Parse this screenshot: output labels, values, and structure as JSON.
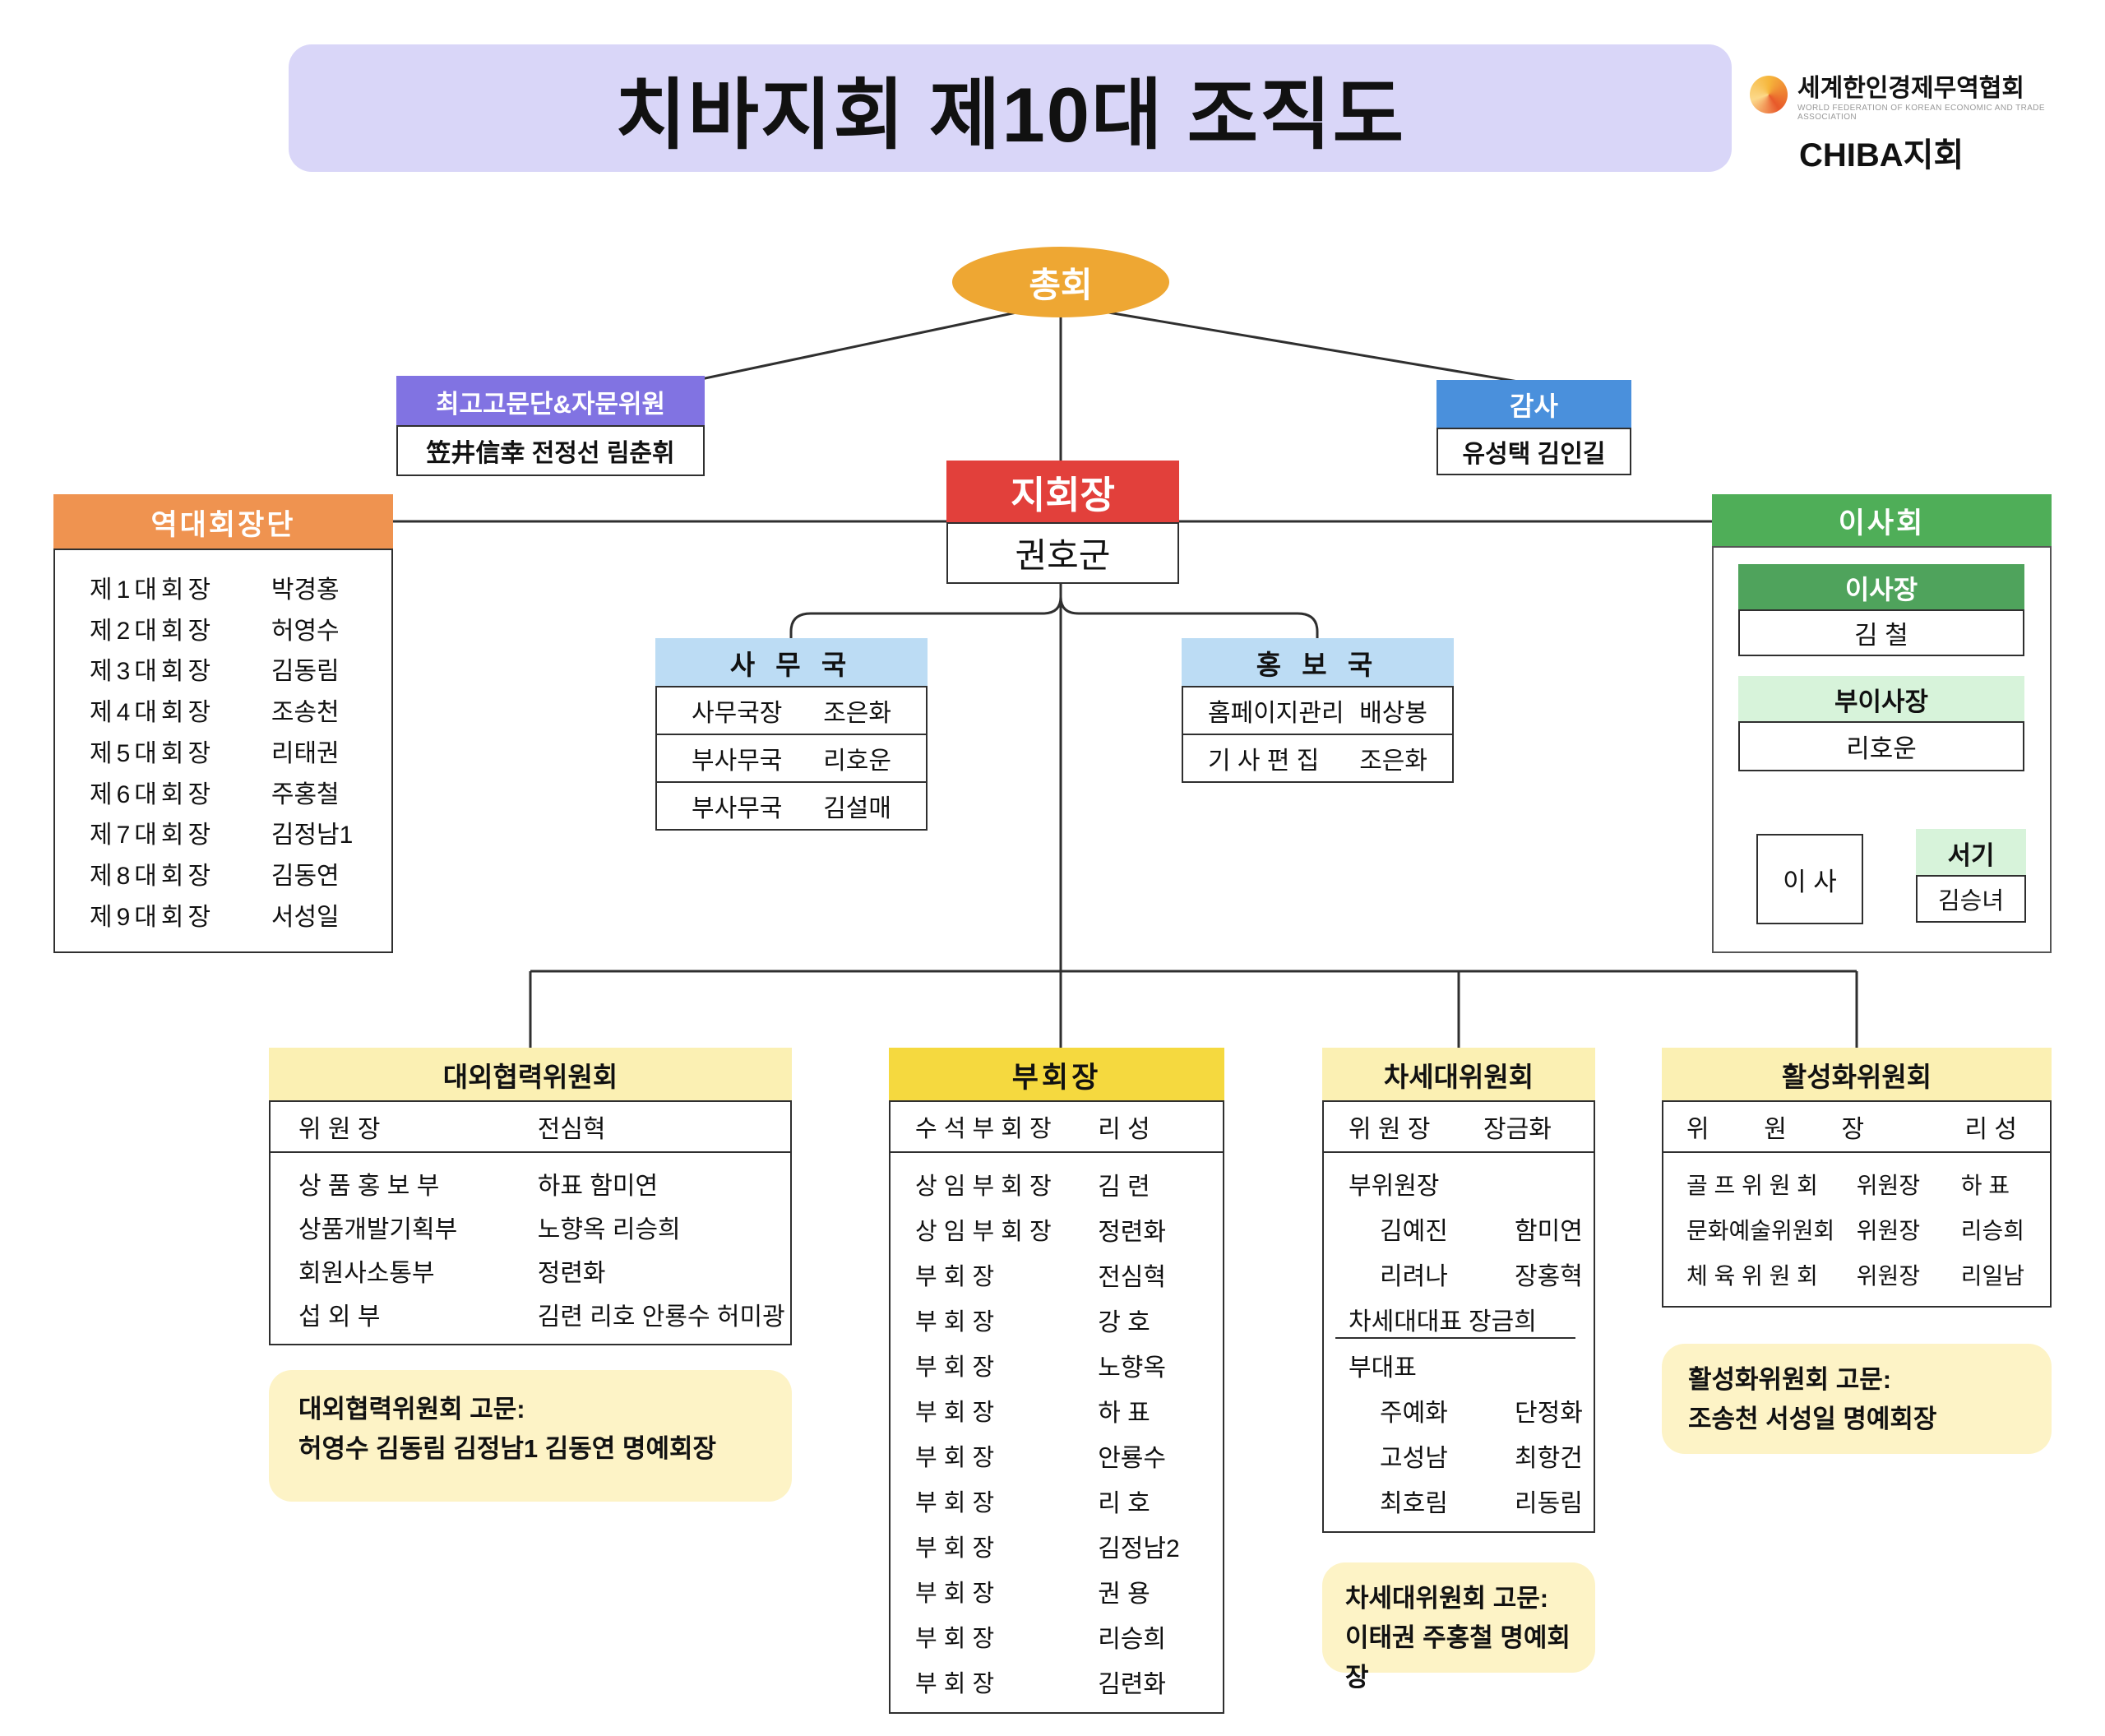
{
  "title": "치바지회 제10대 조직도",
  "logo": {
    "org_name": "세계한인경제무역협회",
    "org_subtitle": "WORLD FEDERATION OF KOREAN ECONOMIC AND TRADE ASSOCIATION",
    "branch": "CHIBA지회"
  },
  "colors": {
    "title_bg": "#d9d6f8",
    "assembly": "#eea733",
    "advisors": "#8173e2",
    "audit": "#4a90dc",
    "chairman": "#e2403b",
    "past": "#ef9350",
    "bureau": "#bcdcf4",
    "board": "#4fae58",
    "board_light": "#d7f3da",
    "committee_light": "#fbf0b3",
    "vice_yellow": "#f5d93f",
    "note_bg": "#fdf3c6"
  },
  "assembly": {
    "label": "총회"
  },
  "advisors": {
    "title": "최고고문단&자문위원",
    "members": "笠井信幸   전정선   림춘휘"
  },
  "audit": {
    "title": "감사",
    "members": "유성택   김인길"
  },
  "chairman": {
    "title": "지회장",
    "name": "권호군"
  },
  "past_chairmen": {
    "title": "역대회장단",
    "rows": [
      {
        "label": "제1대회장",
        "name": "박경홍"
      },
      {
        "label": "제2대회장",
        "name": "허영수"
      },
      {
        "label": "제3대회장",
        "name": "김동림"
      },
      {
        "label": "제4대회장",
        "name": "조송천"
      },
      {
        "label": "제5대회장",
        "name": "리태권"
      },
      {
        "label": "제6대회장",
        "name": "주홍철"
      },
      {
        "label": "제7대회장",
        "name": "김정남1"
      },
      {
        "label": "제8대회장",
        "name": "김동연"
      },
      {
        "label": "제9대회장",
        "name": "서성일"
      }
    ]
  },
  "secretariat": {
    "title": "사 무 국",
    "rows": [
      {
        "role": "사무국장",
        "name": "조은화"
      },
      {
        "role": "부사무국",
        "name": "리호운"
      },
      {
        "role": "부사무국",
        "name": "김설매"
      }
    ]
  },
  "pr": {
    "title": "홍 보 국",
    "rows": [
      {
        "role": "홈페이지관리",
        "name": "배상봉"
      },
      {
        "role": "기 사 편 집",
        "name": "조은화"
      }
    ]
  },
  "board": {
    "title": "이사회",
    "chair_title": "이사장",
    "chair_name": "김  철",
    "vice_title": "부이사장",
    "vice_name": "리호운",
    "director": "이      사",
    "secretary_title": "서기",
    "secretary_name": "김승녀"
  },
  "external": {
    "title": "대외협력위원회",
    "head_role": "위    원    장",
    "head_name": "전심혁",
    "rows": [
      {
        "role": "상 품 홍 보 부",
        "names": "하표   함미연"
      },
      {
        "role": "상품개발기획부",
        "names": "노향옥  리승희"
      },
      {
        "role": "회원사소통부",
        "names": "정련화"
      },
      {
        "role": "섭  외  부",
        "names": "김련  리호  안룡수  허미광"
      }
    ],
    "note_title": "대외협력위원회 고문:",
    "note_body": "허영수  김동림  김정남1  김동연   명예회장"
  },
  "vice": {
    "title": "부회장",
    "head_role": "수 석 부 회 장",
    "head_name": "리  성",
    "rows": [
      {
        "role": "상 임 부 회 장",
        "name": "김  련"
      },
      {
        "role": "상 임 부 회 장",
        "name": "정련화"
      },
      {
        "role": "부 회 장",
        "name": "전심혁"
      },
      {
        "role": "부 회 장",
        "name": "강  호"
      },
      {
        "role": "부 회 장",
        "name": "노향옥"
      },
      {
        "role": "부 회 장",
        "name": "하  표"
      },
      {
        "role": "부 회 장",
        "name": "안룡수"
      },
      {
        "role": "부 회 장",
        "name": "리  호"
      },
      {
        "role": "부 회 장",
        "name": "김정남2"
      },
      {
        "role": "부 회 장",
        "name": "권  용"
      },
      {
        "role": "부 회 장",
        "name": "리승희"
      },
      {
        "role": "부 회 장",
        "name": "김련화"
      }
    ]
  },
  "nextgen": {
    "title": "차세대위원회",
    "head_role": "위  원  장",
    "head_name": "장금화",
    "rows": [
      {
        "role": "부위원장",
        "name": "",
        "type": "label"
      },
      {
        "role": "김예진",
        "name": "함미연",
        "type": "indent"
      },
      {
        "role": "리려나",
        "name": "장홍혁",
        "type": "indent"
      },
      {
        "role": "차세대대표",
        "name": "장금희",
        "type": "underline"
      },
      {
        "role": "부대표",
        "name": "",
        "type": "label"
      },
      {
        "role": "주예화",
        "name": "단정화",
        "type": "indent"
      },
      {
        "role": "고성남",
        "name": "최항건",
        "type": "indent"
      },
      {
        "role": "최호림",
        "name": "리동림",
        "type": "indent"
      }
    ],
    "note_title": "차세대위원회 고문:",
    "note_body": "이태권  주홍철  명예회장"
  },
  "activation": {
    "title": "활성화위원회",
    "head_role": "위        원        장",
    "head_name": "리  성",
    "rows": [
      {
        "role": "골 프 위 원 회",
        "mid": "위원장",
        "name": "하   표"
      },
      {
        "role": "문화예술위원회",
        "mid": "위원장",
        "name": "리승희"
      },
      {
        "role": "체 육 위 원 회",
        "mid": "위원장",
        "name": "리일남"
      }
    ],
    "note_title": "활성화위원회 고문:",
    "note_body": "조송천  서성일   명예회장"
  }
}
